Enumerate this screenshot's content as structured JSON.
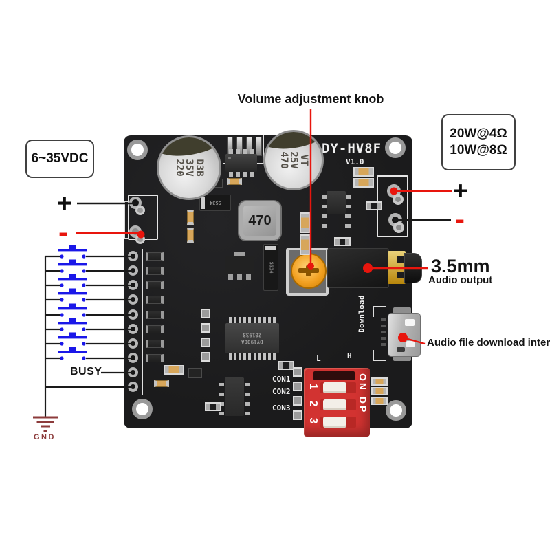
{
  "annotations": {
    "volume_knob_label": "Volume adjustment knob",
    "power_input_label": "6~35VDC",
    "speaker_power_line1": "20W@4Ω",
    "speaker_power_line2": "10W@8Ω",
    "audio_jack_title": "3.5mm",
    "audio_jack_subtitle": "Audio output",
    "usb_label": "Audio file download interface",
    "busy_label": "BUSY",
    "gnd_label": "GND",
    "plus_symbol": "+",
    "minus_symbol": "-"
  },
  "board_silkscreen": {
    "model": "DY-HV8F",
    "version": "V1.0",
    "download_port": "Download",
    "con1": "CON1",
    "con2": "CON2",
    "con3": "CON3",
    "l_marking": "L",
    "h_marking": "H"
  },
  "components": {
    "capacitor1": {
      "line1": "220",
      "line2": "35V",
      "line3": "D3B"
    },
    "capacitor2": {
      "line1": "470",
      "line2": "25V",
      "line3": "VT"
    },
    "inductor_value": "470",
    "diode_marking": "SS34",
    "main_ic_line1": "DY1900A",
    "main_ic_line2": "201933",
    "dip_switch": {
      "on_label": "ON DP",
      "num1": "1",
      "num2": "2",
      "num3": "3"
    }
  },
  "colors": {
    "annotation_red": "#e8150d",
    "button_blue": "#1a17e8",
    "gnd_maroon": "#8c3b3b",
    "dip_red": "#d23331",
    "pcb_black": "#1d1d1e",
    "gold": "#c9a23b"
  }
}
